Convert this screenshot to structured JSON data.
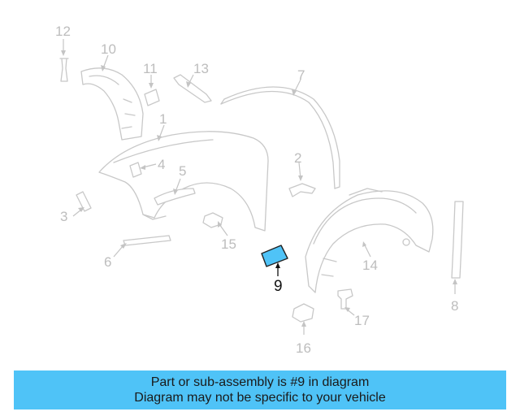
{
  "diagram": {
    "highlighted_part": "9",
    "callouts": [
      {
        "id": "c1",
        "label": "1"
      },
      {
        "id": "c2",
        "label": "2"
      },
      {
        "id": "c3",
        "label": "3"
      },
      {
        "id": "c4",
        "label": "4"
      },
      {
        "id": "c5",
        "label": "5"
      },
      {
        "id": "c6",
        "label": "6"
      },
      {
        "id": "c7",
        "label": "7"
      },
      {
        "id": "c8",
        "label": "8"
      },
      {
        "id": "c9",
        "label": "9"
      },
      {
        "id": "c10",
        "label": "10"
      },
      {
        "id": "c11",
        "label": "11"
      },
      {
        "id": "c12",
        "label": "12"
      },
      {
        "id": "c13",
        "label": "13"
      },
      {
        "id": "c14",
        "label": "14"
      },
      {
        "id": "c15",
        "label": "15"
      },
      {
        "id": "c16",
        "label": "16"
      },
      {
        "id": "c17",
        "label": "17"
      }
    ],
    "colors": {
      "highlight": "#4fc3f7",
      "line_art": "#c8c8c8",
      "label_gray": "#bdbdbd",
      "label_highlight": "#111111"
    }
  },
  "banner": {
    "line1": "Part or sub-assembly is #9 in diagram",
    "line2": "Diagram may not be specific to your vehicle"
  }
}
